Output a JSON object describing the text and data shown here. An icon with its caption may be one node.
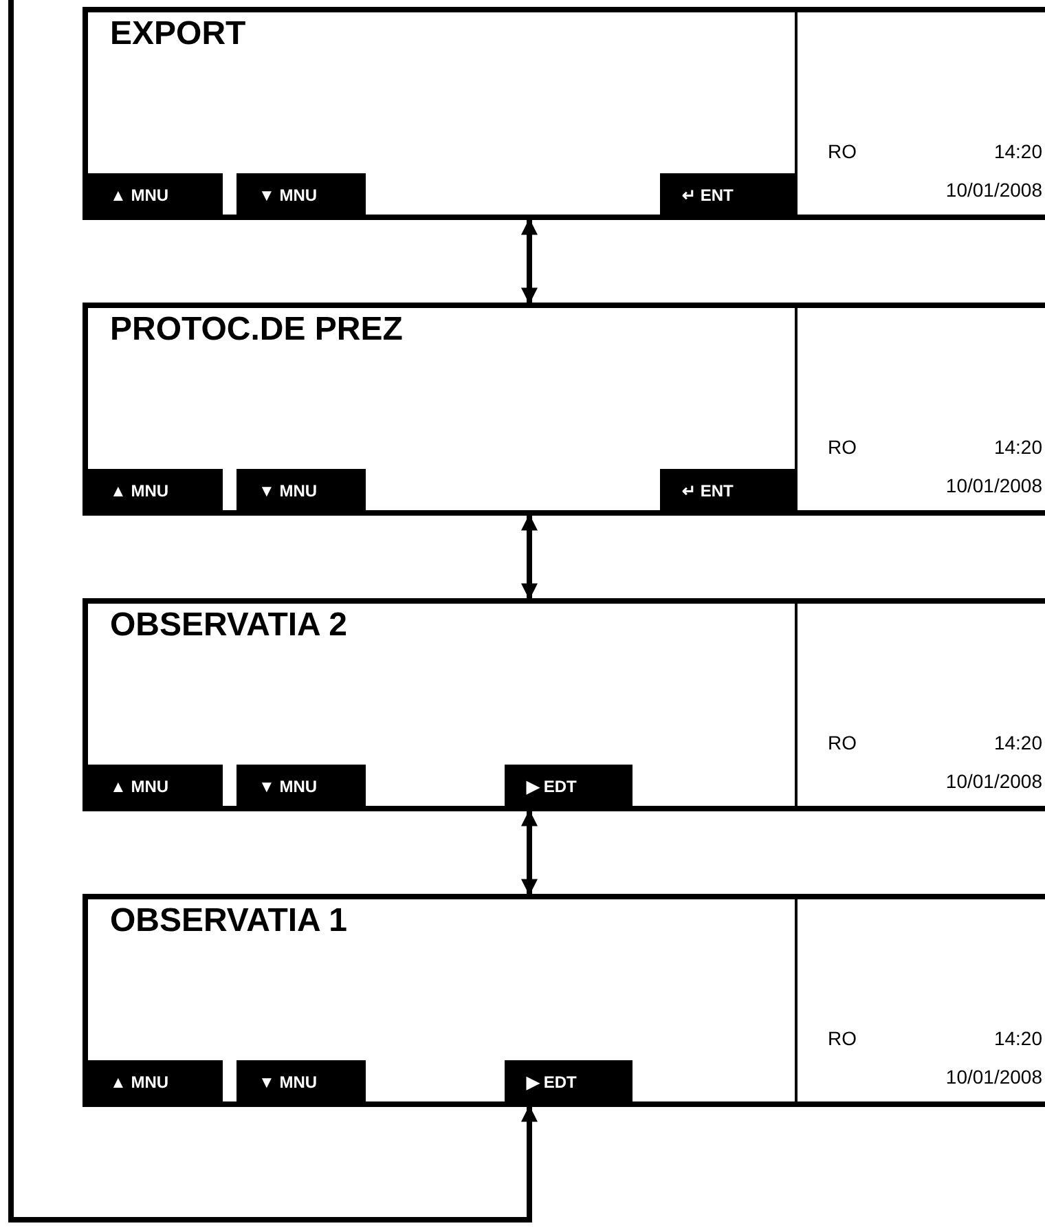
{
  "diagram": {
    "nodes": [
      {
        "text": [
          "EXPORT"
        ]
      },
      {
        "text": [
          "▲ MNU"
        ],
        "in": 0
      },
      {
        "text": [
          "▼ MNU"
        ],
        "in": 0
      },
      {
        "text": [
          "↵ ENT"
        ],
        "in": 0
      },
      {
        "text": [
          "RO",
          "14:20",
          "10/01/2008"
        ],
        "in": 0
      },
      {
        "text": [
          "PROTOC.DE PREZ"
        ]
      },
      {
        "text": [
          "▲ MNU"
        ],
        "in": 5
      },
      {
        "text": [
          "▼ MNU"
        ],
        "in": 5
      },
      {
        "text": [
          "↵ ENT"
        ],
        "in": 5
      },
      {
        "text": [
          "RO",
          "14:20",
          "10/01/2008"
        ],
        "in": 5
      },
      {
        "text": [
          "OBSERVATIA 2"
        ]
      },
      {
        "text": [
          "▲ MNU"
        ],
        "in": 10
      },
      {
        "text": [
          "▼ MNU"
        ],
        "in": 10
      },
      {
        "text": [
          "▶ EDT"
        ],
        "in": 10
      },
      {
        "text": [
          "RO",
          "14:20",
          "10/01/2008"
        ],
        "in": 10
      },
      {
        "text": [
          "OBSERVATIA 1"
        ]
      },
      {
        "text": [
          "▲ MNU"
        ],
        "in": 15
      },
      {
        "text": [
          "▼ MNU"
        ],
        "in": 15
      },
      {
        "text": [
          "▶ EDT"
        ],
        "in": 15
      },
      {
        "text": [
          "RO",
          "14:20",
          "10/01/2008"
        ],
        "in": 15
      }
    ],
    "edges": [
      {
        "from": 0,
        "to": 5,
        "arrow": "both"
      },
      {
        "from": 5,
        "to": 10,
        "arrow": "both"
      },
      {
        "from": 10,
        "to": 15,
        "arrow": "both"
      },
      {
        "from": null,
        "to": 15,
        "arrow": "to"
      }
    ]
  }
}
